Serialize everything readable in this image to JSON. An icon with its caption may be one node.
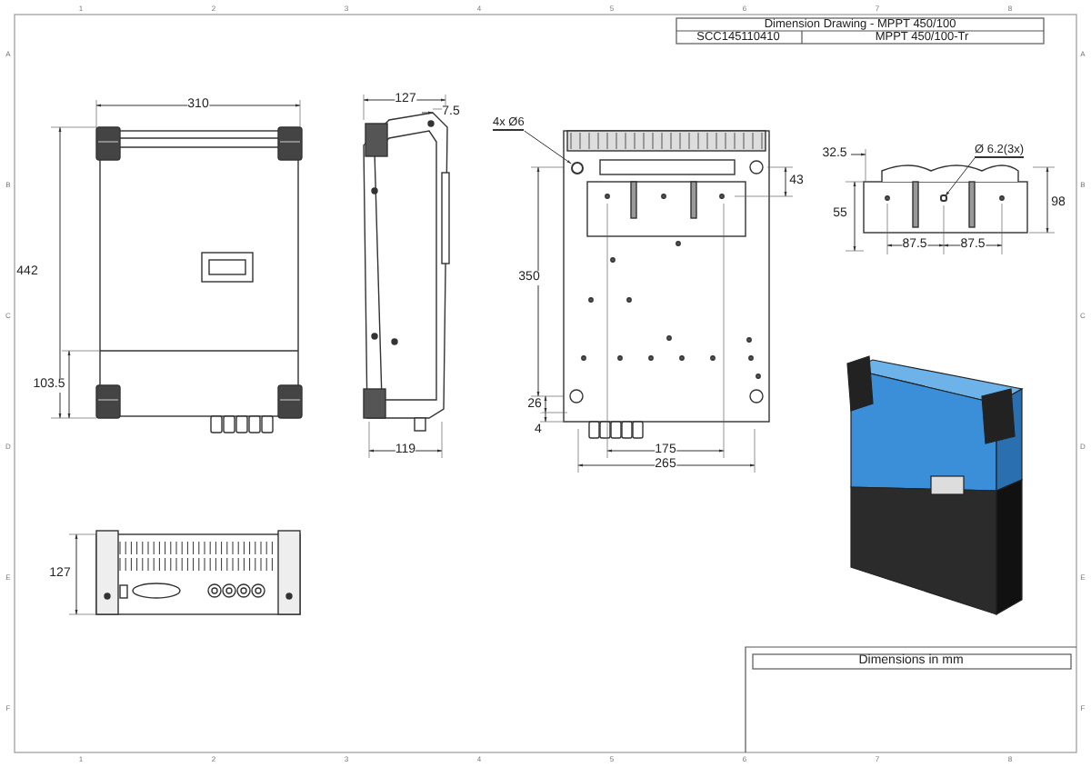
{
  "diagram": {
    "nodes": [
      {
        "text": [
          "4x Ø6"
        ]
      },
      {
        "text": [],
        "shape": "circle"
      },
      {
        "text": [
          "Ø 6.2(3x)"
        ]
      },
      {
        "text": [],
        "shape": "circle"
      }
    ],
    "edges": [
      {
        "from": 0,
        "to": 1,
        "arrow": "to"
      },
      {
        "from": 2,
        "to": 3,
        "arrow": "to"
      }
    ],
    "labels": [
      "Dimension Drawing - MPPT 450/100",
      "SCC145110410",
      "MPPT 450/100-Tr",
      "310",
      "127",
      "7.5",
      "43",
      "32.5",
      "442",
      "350",
      "55",
      "98",
      "87.5",
      "87.5",
      "103.5",
      "26",
      "4",
      "119",
      "175",
      "265",
      "127",
      "Dimensions in mm",
      "1",
      "2",
      "3",
      "4",
      "5",
      "6",
      "7",
      "8",
      "A",
      "B",
      "C",
      "D",
      "E",
      "F",
      "A",
      "B",
      "C",
      "D",
      "E",
      "F",
      "1",
      "2",
      "3",
      "4",
      "5",
      "6",
      "7",
      "8"
    ]
  }
}
